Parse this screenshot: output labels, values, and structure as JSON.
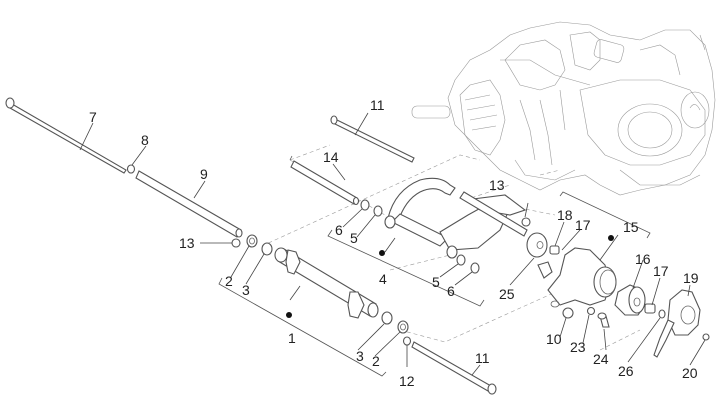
{
  "diagram": {
    "type": "exploded-parts-diagram",
    "subject": "swingarm / engine mounting assembly",
    "callouts": [
      {
        "id": "c7",
        "label": "7"
      },
      {
        "id": "c8",
        "label": "8"
      },
      {
        "id": "c9",
        "label": "9"
      },
      {
        "id": "c13a",
        "label": "13"
      },
      {
        "id": "c2a",
        "label": "2"
      },
      {
        "id": "c3a",
        "label": "3"
      },
      {
        "id": "c1",
        "label": "1"
      },
      {
        "id": "c3b",
        "label": "3"
      },
      {
        "id": "c2b",
        "label": "2"
      },
      {
        "id": "c12",
        "label": "12"
      },
      {
        "id": "c11a",
        "label": "11"
      },
      {
        "id": "c11b",
        "label": "11"
      },
      {
        "id": "c14",
        "label": "14"
      },
      {
        "id": "c6a",
        "label": "6"
      },
      {
        "id": "c5a",
        "label": "5"
      },
      {
        "id": "c4",
        "label": "4"
      },
      {
        "id": "c5b",
        "label": "5"
      },
      {
        "id": "c6b",
        "label": "6"
      },
      {
        "id": "c13b",
        "label": "13"
      },
      {
        "id": "c18",
        "label": "18"
      },
      {
        "id": "c17a",
        "label": "17"
      },
      {
        "id": "c15",
        "label": "15"
      },
      {
        "id": "c25",
        "label": "25"
      },
      {
        "id": "c16",
        "label": "16"
      },
      {
        "id": "c17b",
        "label": "17"
      },
      {
        "id": "c19",
        "label": "19"
      },
      {
        "id": "c10",
        "label": "10"
      },
      {
        "id": "c23",
        "label": "23"
      },
      {
        "id": "c24",
        "label": "24"
      },
      {
        "id": "c26",
        "label": "26"
      },
      {
        "id": "c20",
        "label": "20"
      }
    ],
    "assembly_markers": [
      {
        "id": "m1",
        "refers_to": "1"
      },
      {
        "id": "m4",
        "refers_to": "4"
      },
      {
        "id": "m15",
        "refers_to": "15"
      }
    ]
  }
}
